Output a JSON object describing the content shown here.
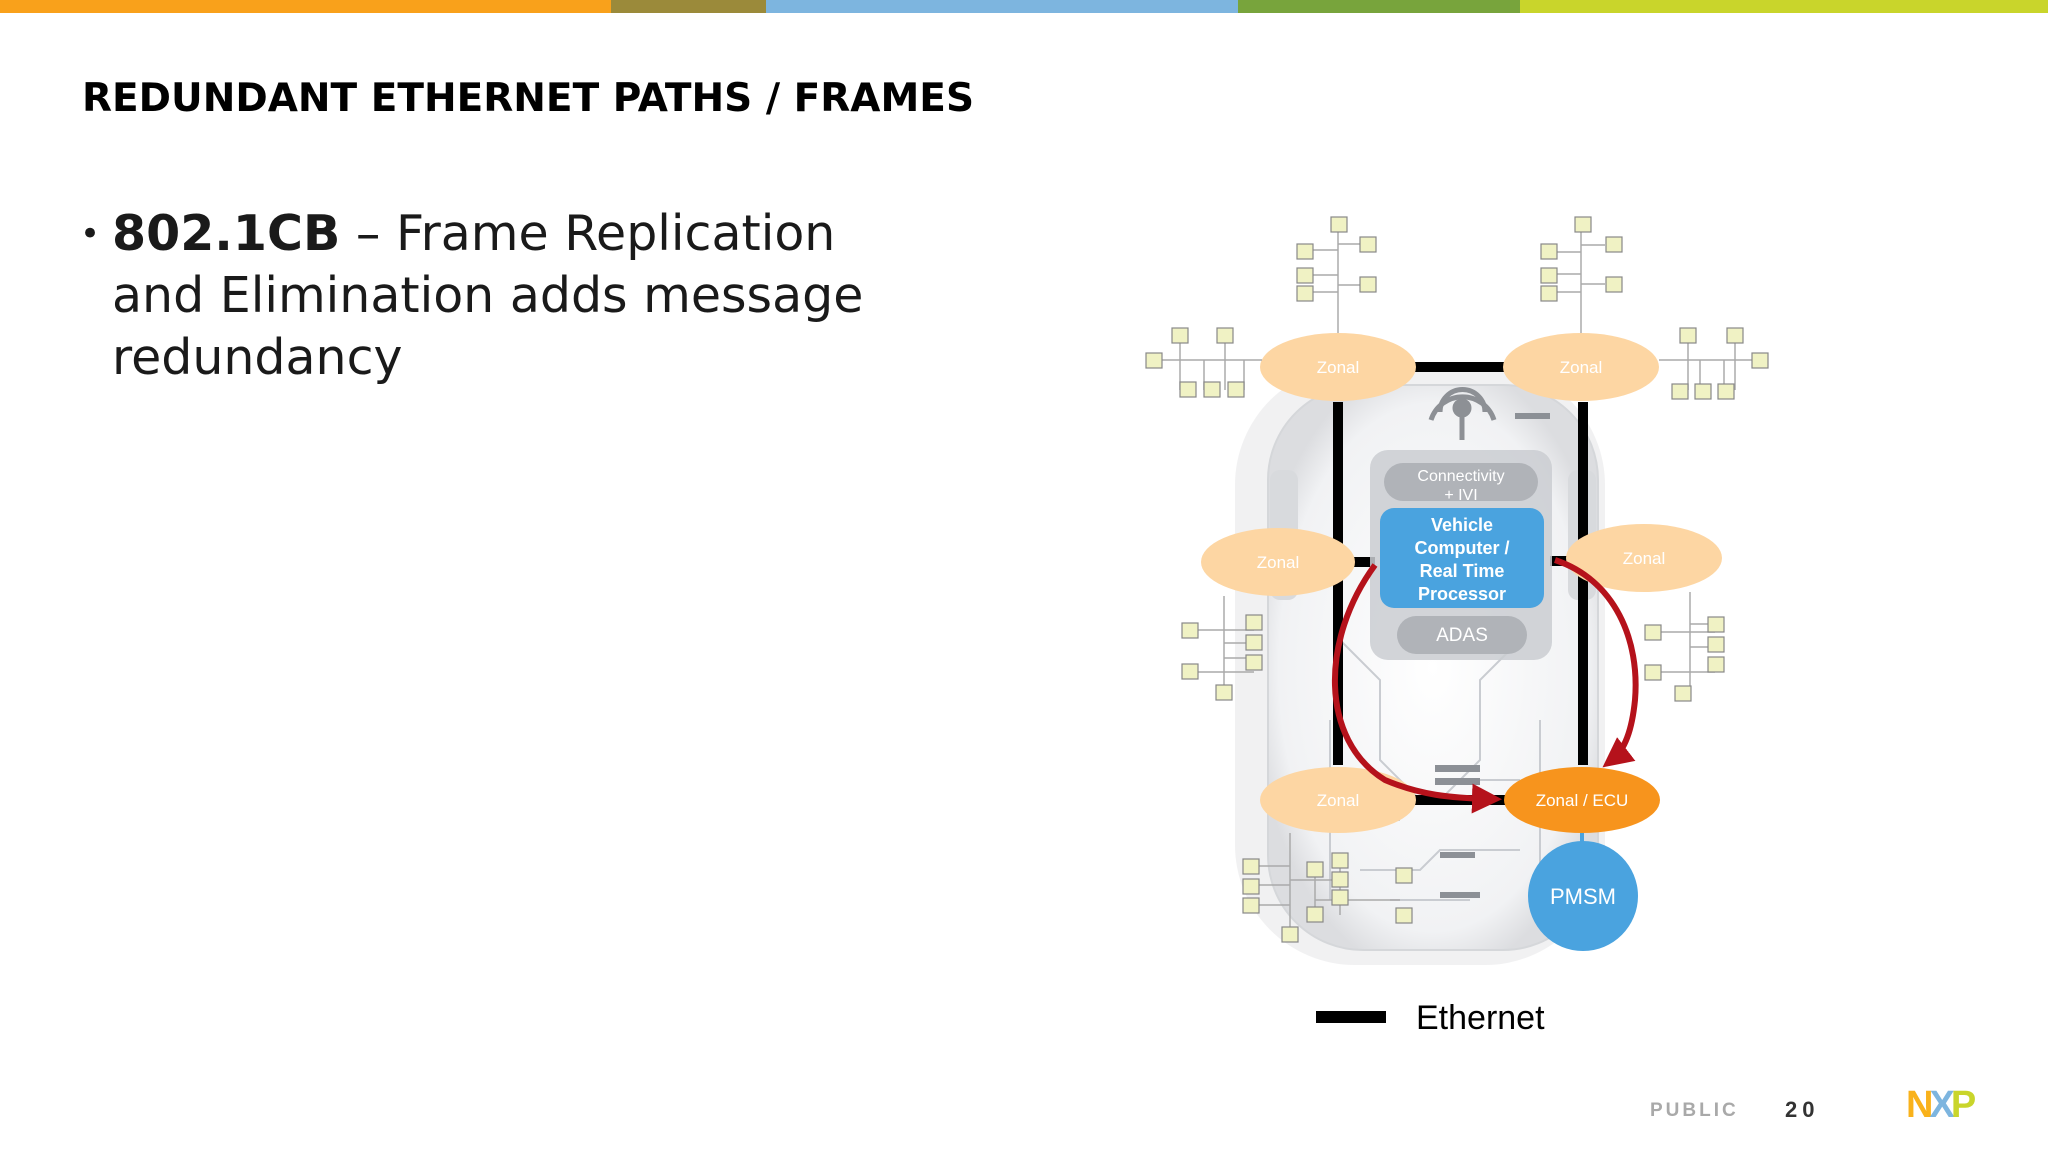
{
  "slide": {
    "title": "REDUNDANT ETHERNET PATHS / FRAMES",
    "bullet_bold": "802.1CB",
    "bullet_rest": " – Frame Replication and Elimination adds message redundancy",
    "footer_public": "PUBLIC",
    "page_number": "20",
    "logo_text": "NXP"
  },
  "diagram": {
    "zonal_label": "Zonal",
    "zonal_ecu_label": "Zonal / ECU",
    "connectivity_label_1": "Connectivity",
    "connectivity_label_2": "+ IVI",
    "vehicle_computer_lines": [
      "Vehicle",
      "Computer /",
      "Real Time",
      "Processor"
    ],
    "adas_label": "ADAS",
    "pmsm_label": "PMSM",
    "legend_label": "Ethernet"
  },
  "colors": {
    "bar_orange": "#f9a11b",
    "bar_olive": "#9b8a3a",
    "bar_blue": "#7db5df",
    "bar_green": "#78a43c",
    "bar_lime": "#c9d52b",
    "zonal_fill": "#fdd6a3",
    "zonal_ecu_fill": "#f7941d",
    "vehicle_computer_fill": "#4aa3df",
    "pmsm_fill": "#4aa3df",
    "arrow_red": "#b5121b",
    "node_fill": "#f0f2c4"
  }
}
